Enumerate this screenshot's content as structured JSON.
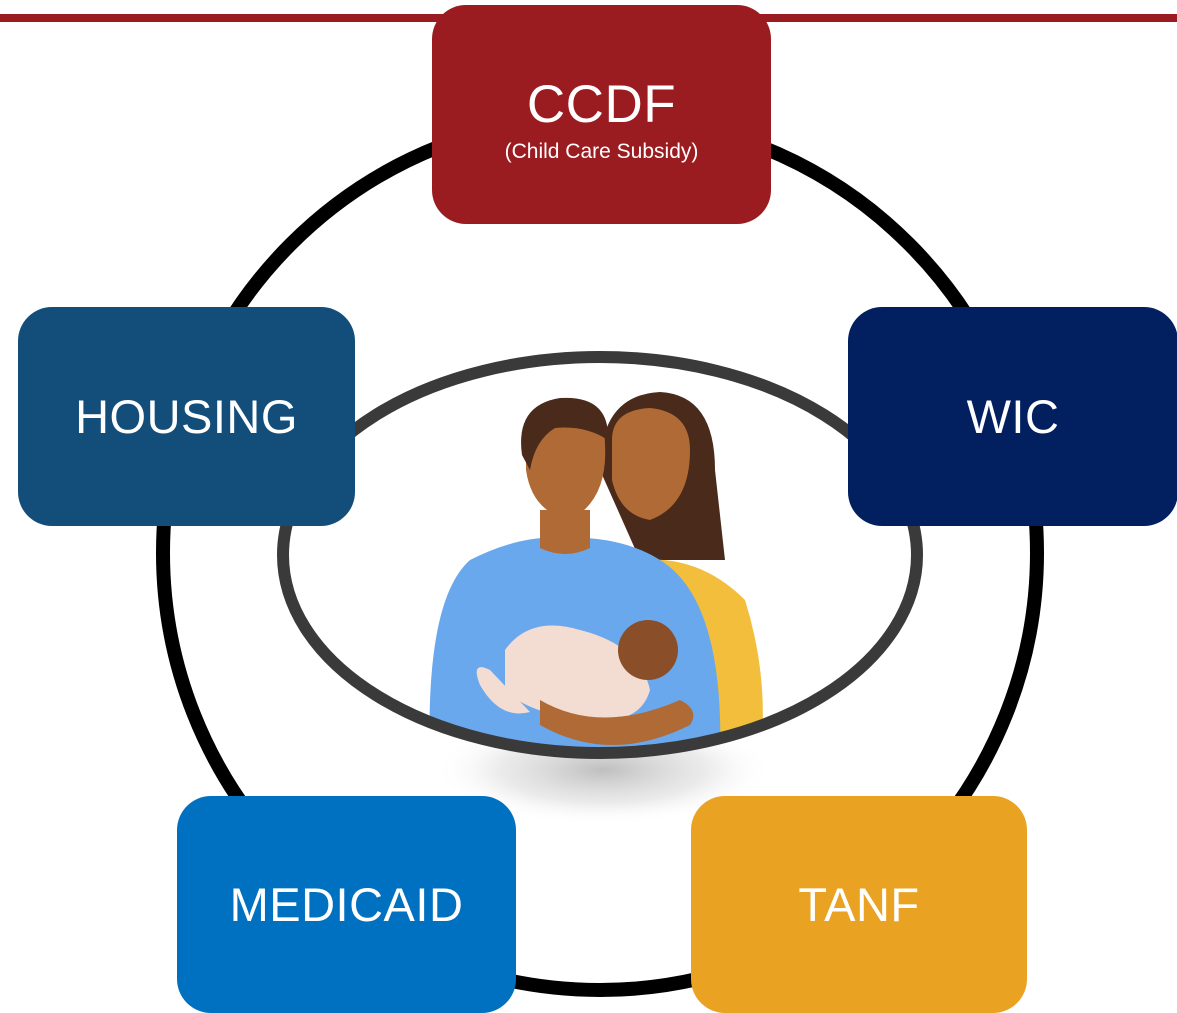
{
  "colors": {
    "top_rule": "#9b1c20",
    "outer_ring": "#000000",
    "inner_ring": "#3a3a3a",
    "ccdf": "#9b1c20",
    "housing": "#134d7a",
    "wic": "#022060",
    "medicaid": "#0071c1",
    "tanf": "#e9a221",
    "skin_father": "#b06a35",
    "hair": "#4a2a1a",
    "shirt_father": "#6aa8ee",
    "shirt_mother": "#f2be3c",
    "baby_clothes": "#f3dcd2",
    "skin_baby": "#8a4f28"
  },
  "nodes": {
    "ccdf": {
      "label": "CCDF",
      "sublabel": "(Child Care Subsidy)"
    },
    "housing": {
      "label": "HOUSING"
    },
    "wic": {
      "label": "WIC"
    },
    "medicaid": {
      "label": "MEDICAID"
    },
    "tanf": {
      "label": "TANF"
    }
  },
  "center_image": {
    "icon": "family-illustration-icon"
  }
}
